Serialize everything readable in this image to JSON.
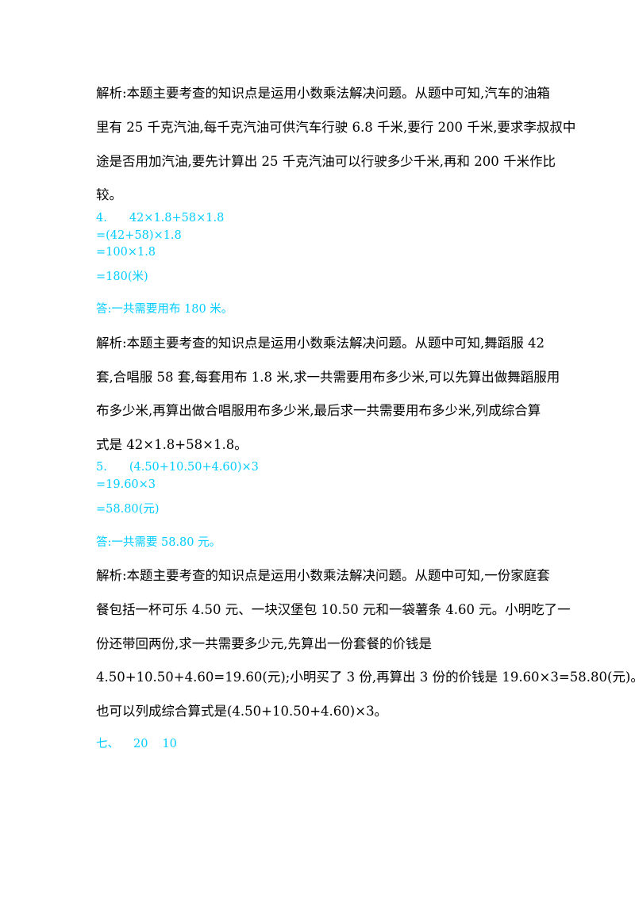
{
  "colors": {
    "text": "#000000",
    "answer": "#00ccff",
    "background": "#ffffff"
  },
  "sections": {
    "q3": {
      "analysis": [
        "解析:本题主要考查的知识点是运用小数乘法解决问题。从题中可知,汽车的油箱",
        "里有 25 千克汽油,每千克汽油可供汽车行驶 6.8 千米,要行 200 千米,要求李叔叔中",
        "途是否用加汽油,要先计算出 25 千克汽油可以行驶多少千米,再和 200 千米作比",
        "较。"
      ]
    },
    "q4": {
      "number": "4.",
      "expr": "42×1.8+58×1.8",
      "steps": [
        "=(42+58)×1.8",
        "=100×1.8",
        "=180(米)"
      ],
      "answer": "答:一共需要用布 180 米。",
      "analysis": [
        "解析:本题主要考查的知识点是运用小数乘法解决问题。从题中可知,舞蹈服 42",
        "套,合唱服 58 套,每套用布 1.8 米,求一共需要用布多少米,可以先算出做舞蹈服用",
        "布多少米,再算出做合唱服用布多少米,最后求一共需要用布多少米,列成综合算",
        "式是 42×1.8+58×1.8。"
      ]
    },
    "q5": {
      "number": "5.",
      "expr": "(4.50+10.50+4.60)×3",
      "steps": [
        "=19.60×3",
        "=58.80(元)"
      ],
      "answer": "答:一共需要 58.80 元。",
      "analysis": [
        "解析:本题主要考查的知识点是运用小数乘法解决问题。从题中可知,一份家庭套",
        "餐包括一杯可乐 4.50 元、一块汉堡包 10.50 元和一袋薯条 4.60 元。小明吃了一",
        "份还带回两份,求一共需要多少元,先算出一份套餐的价钱是",
        "4.50+10.50+4.60=19.60(元);小明买了 3 份,再算出 3 份的价钱是 19.60×3=58.80(元)。",
        "也可以列成综合算式是(4.50+10.50+4.60)×3。"
      ]
    },
    "q7": {
      "label": "七、",
      "values": [
        "20",
        "10"
      ]
    }
  }
}
